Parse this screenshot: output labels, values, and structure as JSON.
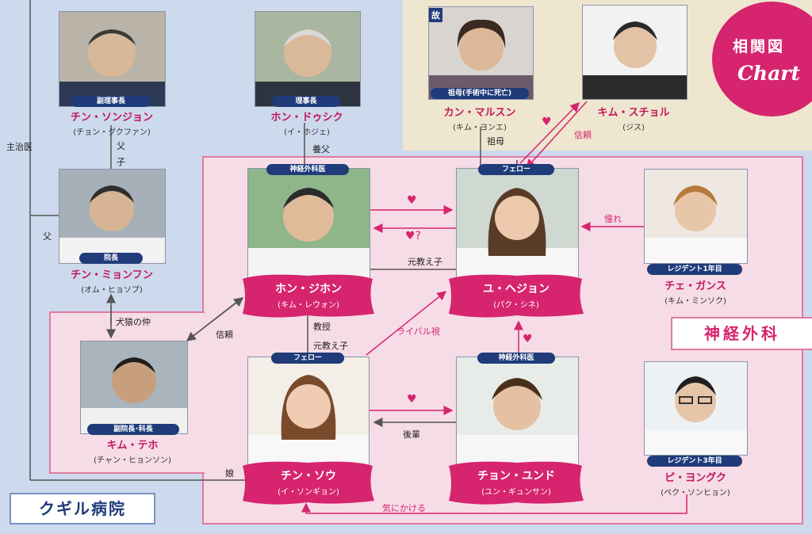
{
  "title": {
    "line1": "相関図",
    "line2": "Chart"
  },
  "hospital_name": "クギル病院",
  "department_name": "神経外科",
  "deceased_mark": "故",
  "people": {
    "cheon_seungjeong": {
      "name": "チン・ソンジョン",
      "actor": "(チョン・グクファン)",
      "role": "副理事長"
    },
    "hong_dushik": {
      "name": "ホン・ドゥシク",
      "actor": "(イ・ホジェ)",
      "role": "理事長"
    },
    "kang_malsun": {
      "name": "カン・マルスン",
      "actor": "(キム・ヨンエ)",
      "role": "祖母(手術中に死亡)"
    },
    "kim_seuchul": {
      "name": "キム・スチョル",
      "actor": "(ジス)"
    },
    "jin_myunghoon": {
      "name": "チン・ミョンフン",
      "actor": "(オム・ヒョソプ)",
      "role": "院長"
    },
    "hong_jihong": {
      "name": "ホン・ジホン",
      "actor": "(キム・レウォン)",
      "role": "神経外科医"
    },
    "yoo_hyejung": {
      "name": "ユ・ヘジョン",
      "actor": "(パク・シネ)",
      "role": "フェロー"
    },
    "choi_kangsu": {
      "name": "チェ・ガンス",
      "actor": "(キム・ミンソク)",
      "role": "レジデント1年目"
    },
    "kim_taeho": {
      "name": "キム・テホ",
      "actor": "(チャン・ヒョンソン)",
      "role": "副院長･科長"
    },
    "jin_seowoo": {
      "name": "チン・ソウ",
      "actor": "(イ・ソンギョン)",
      "role": "フェロー"
    },
    "jung_yunddo": {
      "name": "チョン・ユンド",
      "actor": "(ユン・ギュンサン)",
      "role": "神経外科医"
    },
    "pi_yongguk": {
      "name": "ピ・ヨングク",
      "actor": "(ペク・ソンヒョン)",
      "role": "レジデント3年目"
    }
  },
  "relations": {
    "shujii": "主治医",
    "father_top": "父",
    "child": "子",
    "father_side": "父",
    "adoptive_father": "養父",
    "grandmother": "祖母",
    "trust_top": "信頼",
    "admire": "憧れ",
    "former_teacher_1": "元教え子",
    "professor": "教授",
    "former_teacher_2": "元教え子",
    "rival": "ライバル視",
    "trust_left": "信頼",
    "enemies": "犬猿の仲",
    "junior": "後輩",
    "daughter": "娘",
    "cares": "気にかける",
    "love_q": "♥?",
    "heart": "♥"
  },
  "colors": {
    "background": "#cdd9ec",
    "dept_zone": "#f6dce6",
    "zone_border": "#e07aa3",
    "accent": "#d6246e",
    "tag": "#1f3b7a",
    "beige": "#efe6cf"
  }
}
